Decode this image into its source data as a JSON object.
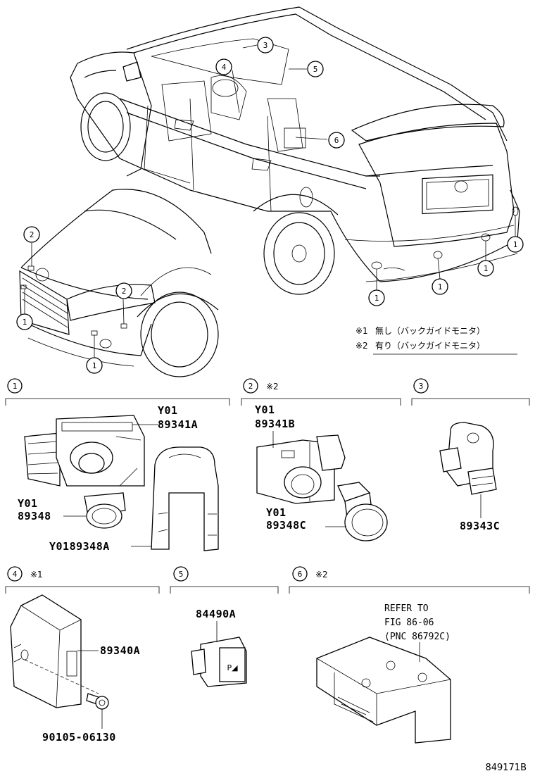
{
  "callouts": {
    "c1": "1",
    "c2": "2",
    "c3": "3",
    "c4": "4",
    "c5": "5",
    "c6": "6"
  },
  "notes": [
    {
      "mark": "※1",
      "text": "無し（バックガイドモニタ）"
    },
    {
      "mark": "※2",
      "text": "有り（バックガイドモニタ）"
    }
  ],
  "sections": {
    "s1": {
      "num": "1",
      "mark": ""
    },
    "s2": {
      "num": "2",
      "mark": "※2"
    },
    "s3": {
      "num": "3",
      "mark": ""
    },
    "s4": {
      "num": "4",
      "mark": "※1"
    },
    "s5": {
      "num": "5",
      "mark": ""
    },
    "s6": {
      "num": "6",
      "mark": "※2"
    }
  },
  "parts": {
    "p89341A": {
      "prefix": "Y01",
      "number": "89341A"
    },
    "p89348": {
      "prefix": "Y01",
      "number": "89348"
    },
    "p89348A": {
      "label": "Y0189348A"
    },
    "p89341B": {
      "prefix": "Y01",
      "number": "89341B"
    },
    "p89348C": {
      "prefix": "Y01",
      "number": "89348C"
    },
    "p89343C": {
      "number": "89343C"
    },
    "p89340A": {
      "number": "89340A"
    },
    "p90105": {
      "number": "90105-06130"
    },
    "p84490A": {
      "number": "84490A"
    },
    "refer": {
      "line1": "REFER TO",
      "line2": "FIG 86-06",
      "line3": "(PNC 86792C)"
    }
  },
  "figure_id": "849171B"
}
